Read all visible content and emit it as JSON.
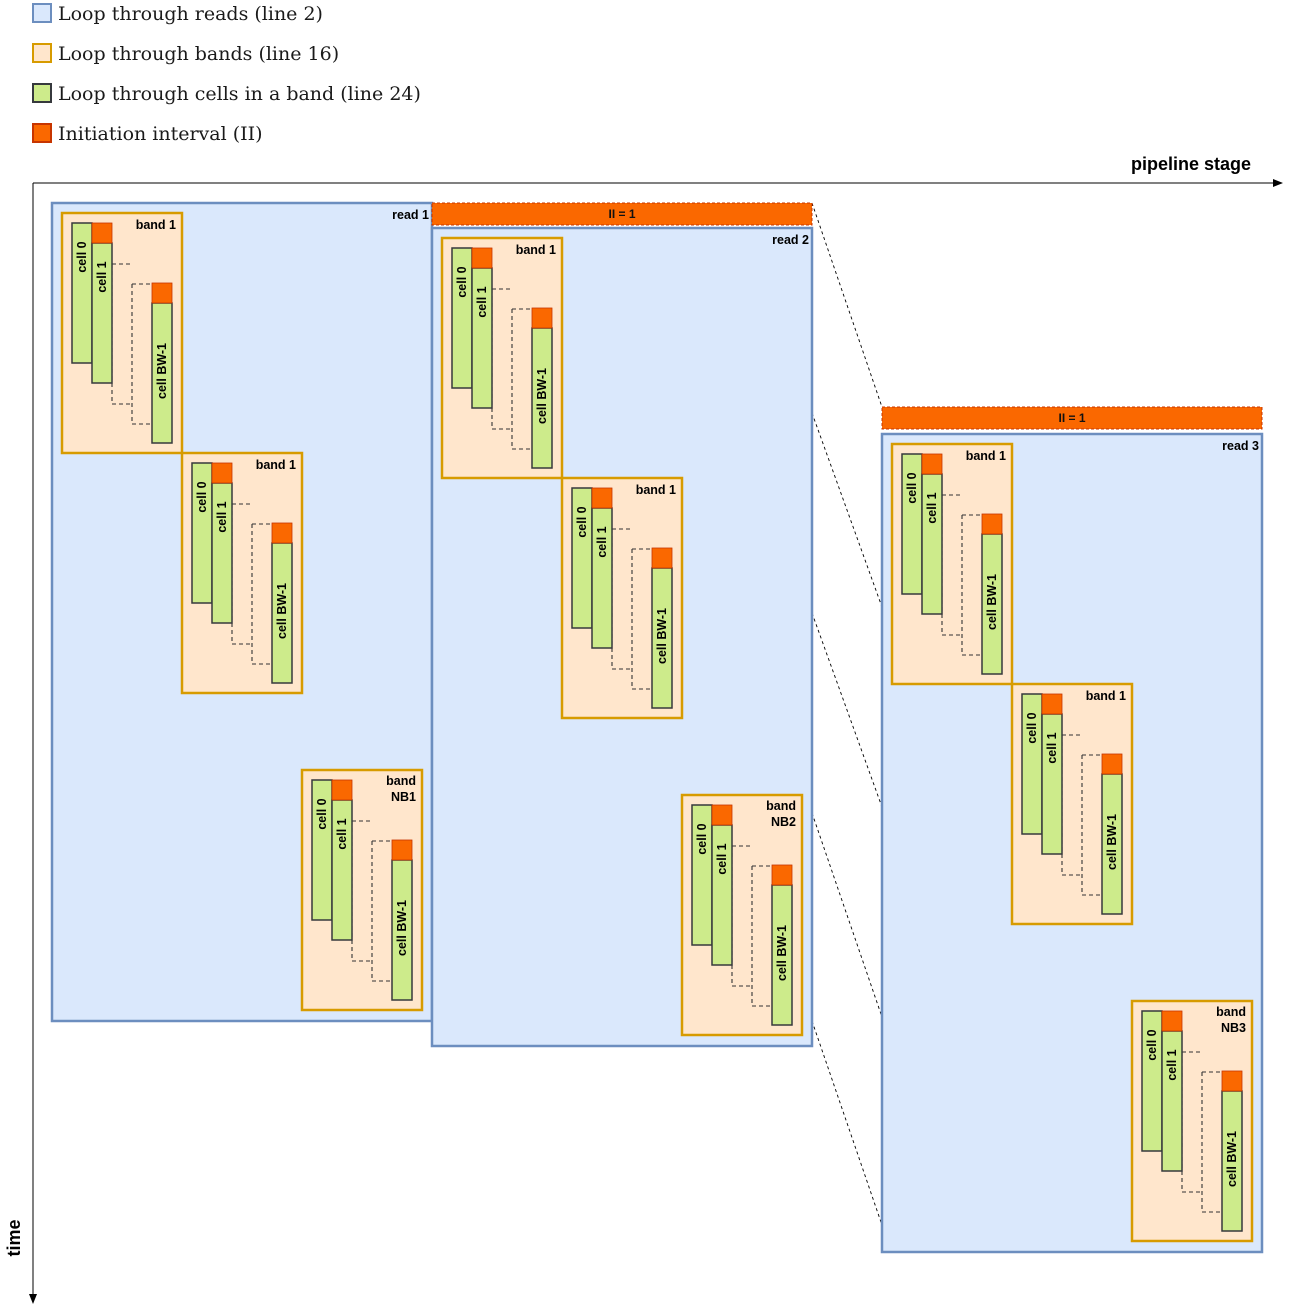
{
  "legend": [
    {
      "text": "Loop through reads (line 2)",
      "fill": "#dae8fc",
      "stroke": "#6c8ebf"
    },
    {
      "text": "Loop through bands (line 16)",
      "fill": "#ffe6cc",
      "stroke": "#d79b00"
    },
    {
      "text": "Loop through cells in a band (line 24)",
      "fill": "#cdeb8b",
      "stroke": "#36393d"
    },
    {
      "text": "Initiation interval (II)",
      "fill": "#fa6800",
      "stroke": "#c73500"
    }
  ],
  "axes": {
    "x_label": "pipeline stage",
    "y_label": "time"
  },
  "ii_label": "II = 1",
  "cell_labels": [
    "cell 0",
    "cell 1",
    "cell BW-1"
  ],
  "band_first_label": "band 1",
  "colors": {
    "read_fill": "#dae8fc",
    "read_stroke": "#6c8ebf",
    "band_fill": "#ffe6cc",
    "band_stroke": "#d79b00",
    "cell_fill": "#cdeb8b",
    "cell_stroke": "#36393d",
    "ii_fill": "#fa6800",
    "ii_stroke": "#c73500"
  },
  "reads": [
    {
      "label": "read 1",
      "last_band": [
        "band",
        "NB1"
      ]
    },
    {
      "label": "read 2",
      "last_band": [
        "band",
        "NB2"
      ]
    },
    {
      "label": "read 3",
      "last_band": [
        "band",
        "NB3"
      ]
    }
  ]
}
